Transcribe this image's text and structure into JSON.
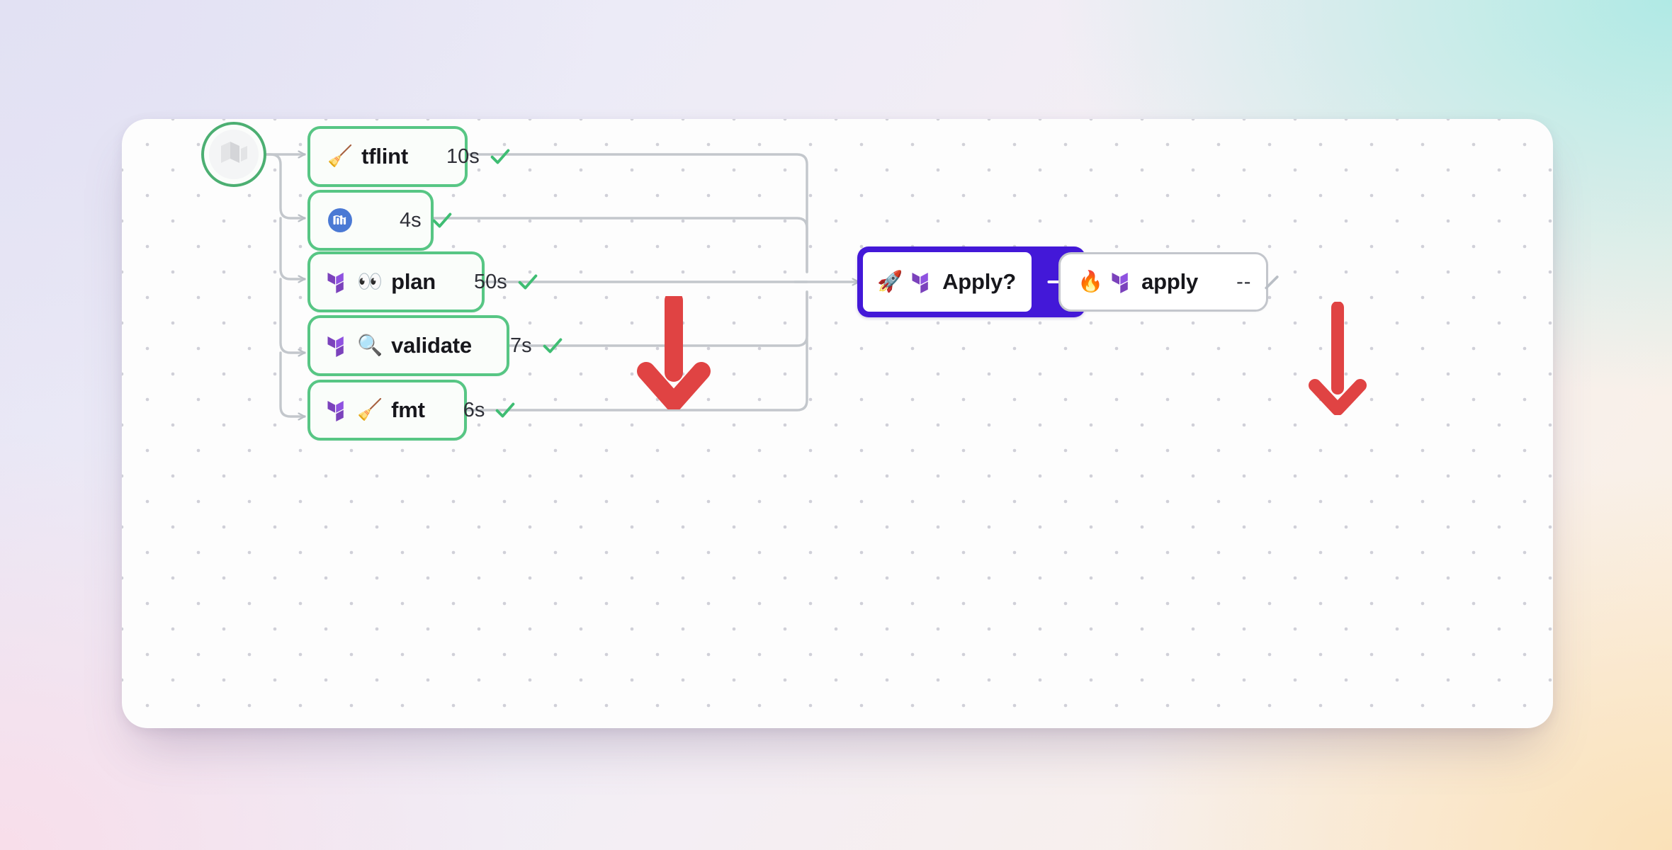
{
  "canvas": {
    "background_colors": {
      "top_left": "#e2e1f3",
      "top_right": "#b0eae5",
      "bottom_left": "#f8deea",
      "bottom_right": "#fae1b8",
      "panel": "#fdfdfd",
      "dot": "#c9c9d2"
    },
    "status_colors": {
      "success": "#57c684",
      "success_check": "#3fbd73",
      "pending_border": "#c3c6cc",
      "approval": "#4318d8",
      "annotation": "#e04343",
      "edge": "#c3c7cc"
    }
  },
  "start_node": {
    "name": "pipeline-start",
    "icon": "terraform-stack-icon"
  },
  "nodes": [
    {
      "id": "tflint",
      "icons": [
        "broom-emoji"
      ],
      "emoji": "🧹",
      "label": "tflint",
      "duration": "10s",
      "status": "success",
      "status_icon": "check-icon"
    },
    {
      "id": "infracost",
      "icons": [
        "infracost-logo-icon"
      ],
      "emoji": "",
      "label": "",
      "duration": "4s",
      "status": "success",
      "status_icon": "check-icon"
    },
    {
      "id": "plan",
      "icons": [
        "terraform-logo-icon",
        "eyes-emoji"
      ],
      "emoji": "👀",
      "label": "plan",
      "duration": "50s",
      "status": "success",
      "status_icon": "check-icon"
    },
    {
      "id": "validate",
      "icons": [
        "terraform-logo-icon",
        "magnifying-glass-emoji"
      ],
      "emoji": "🔍",
      "label": "validate",
      "duration": "7s",
      "status": "success",
      "status_icon": "check-icon"
    },
    {
      "id": "fmt",
      "icons": [
        "terraform-logo-icon",
        "broom-emoji"
      ],
      "emoji": "🧹",
      "label": "fmt",
      "duration": "6s",
      "status": "success",
      "status_icon": "check-icon"
    }
  ],
  "approval_node": {
    "id": "apply-approval",
    "emoji": "🚀",
    "icons": [
      "rocket-emoji",
      "terraform-logo-icon"
    ],
    "label": "Apply?",
    "action_icon": "arrow-right-icon"
  },
  "apply_node": {
    "id": "apply",
    "emoji": "🔥",
    "icons": [
      "fire-emoji",
      "terraform-logo-icon"
    ],
    "label": "apply",
    "duration": "--",
    "status": "pending",
    "status_icon": "slash-icon"
  },
  "annotations": [
    {
      "id": "arrow-plan",
      "type": "down-arrow",
      "target": "plan"
    },
    {
      "id": "arrow-apply",
      "type": "down-arrow",
      "target": "apply"
    }
  ]
}
